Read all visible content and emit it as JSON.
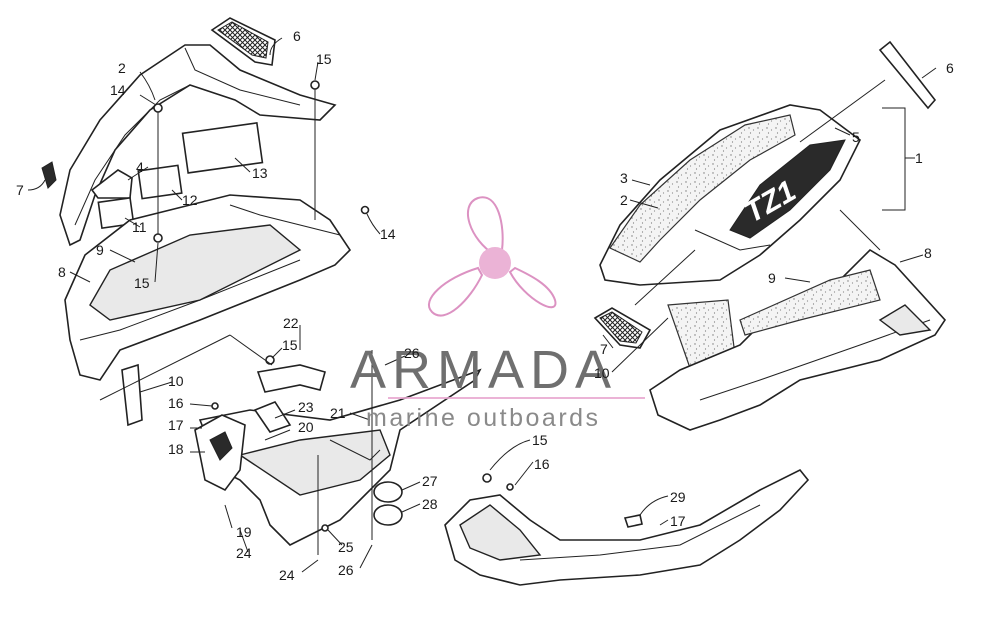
{
  "watermark": {
    "brand": "ARMADA",
    "tagline": "marine outboards",
    "brand_color": "#6f6f6f",
    "logo_color": "#e8a6cf"
  },
  "decal_text": "TZ1",
  "callouts": [
    {
      "id": "c1",
      "text": "1"
    },
    {
      "id": "c2a",
      "text": "2"
    },
    {
      "id": "c2b",
      "text": "2"
    },
    {
      "id": "c3",
      "text": "3"
    },
    {
      "id": "c4",
      "text": "4"
    },
    {
      "id": "c5",
      "text": "5"
    },
    {
      "id": "c6a",
      "text": "6"
    },
    {
      "id": "c6b",
      "text": "6"
    },
    {
      "id": "c7a",
      "text": "7"
    },
    {
      "id": "c7b",
      "text": "7"
    },
    {
      "id": "c8a",
      "text": "8"
    },
    {
      "id": "c8b",
      "text": "8"
    },
    {
      "id": "c9a",
      "text": "9"
    },
    {
      "id": "c9b",
      "text": "9"
    },
    {
      "id": "c10a",
      "text": "10"
    },
    {
      "id": "c10b",
      "text": "10"
    },
    {
      "id": "c11",
      "text": "11"
    },
    {
      "id": "c12",
      "text": "12"
    },
    {
      "id": "c13",
      "text": "13"
    },
    {
      "id": "c14a",
      "text": "14"
    },
    {
      "id": "c14b",
      "text": "14"
    },
    {
      "id": "c15a",
      "text": "15"
    },
    {
      "id": "c15b",
      "text": "15"
    },
    {
      "id": "c15c",
      "text": "15"
    },
    {
      "id": "c15d",
      "text": "15"
    },
    {
      "id": "c16a",
      "text": "16"
    },
    {
      "id": "c16b",
      "text": "16"
    },
    {
      "id": "c17a",
      "text": "17"
    },
    {
      "id": "c17b",
      "text": "17"
    },
    {
      "id": "c18",
      "text": "18"
    },
    {
      "id": "c19",
      "text": "19"
    },
    {
      "id": "c20",
      "text": "20"
    },
    {
      "id": "c21",
      "text": "21"
    },
    {
      "id": "c22",
      "text": "22"
    },
    {
      "id": "c23",
      "text": "23"
    },
    {
      "id": "c24a",
      "text": "24"
    },
    {
      "id": "c24b",
      "text": "24"
    },
    {
      "id": "c25",
      "text": "25"
    },
    {
      "id": "c26a",
      "text": "26"
    },
    {
      "id": "c26b",
      "text": "26"
    },
    {
      "id": "c27",
      "text": "27"
    },
    {
      "id": "c28",
      "text": "28"
    },
    {
      "id": "c29",
      "text": "29"
    }
  ]
}
